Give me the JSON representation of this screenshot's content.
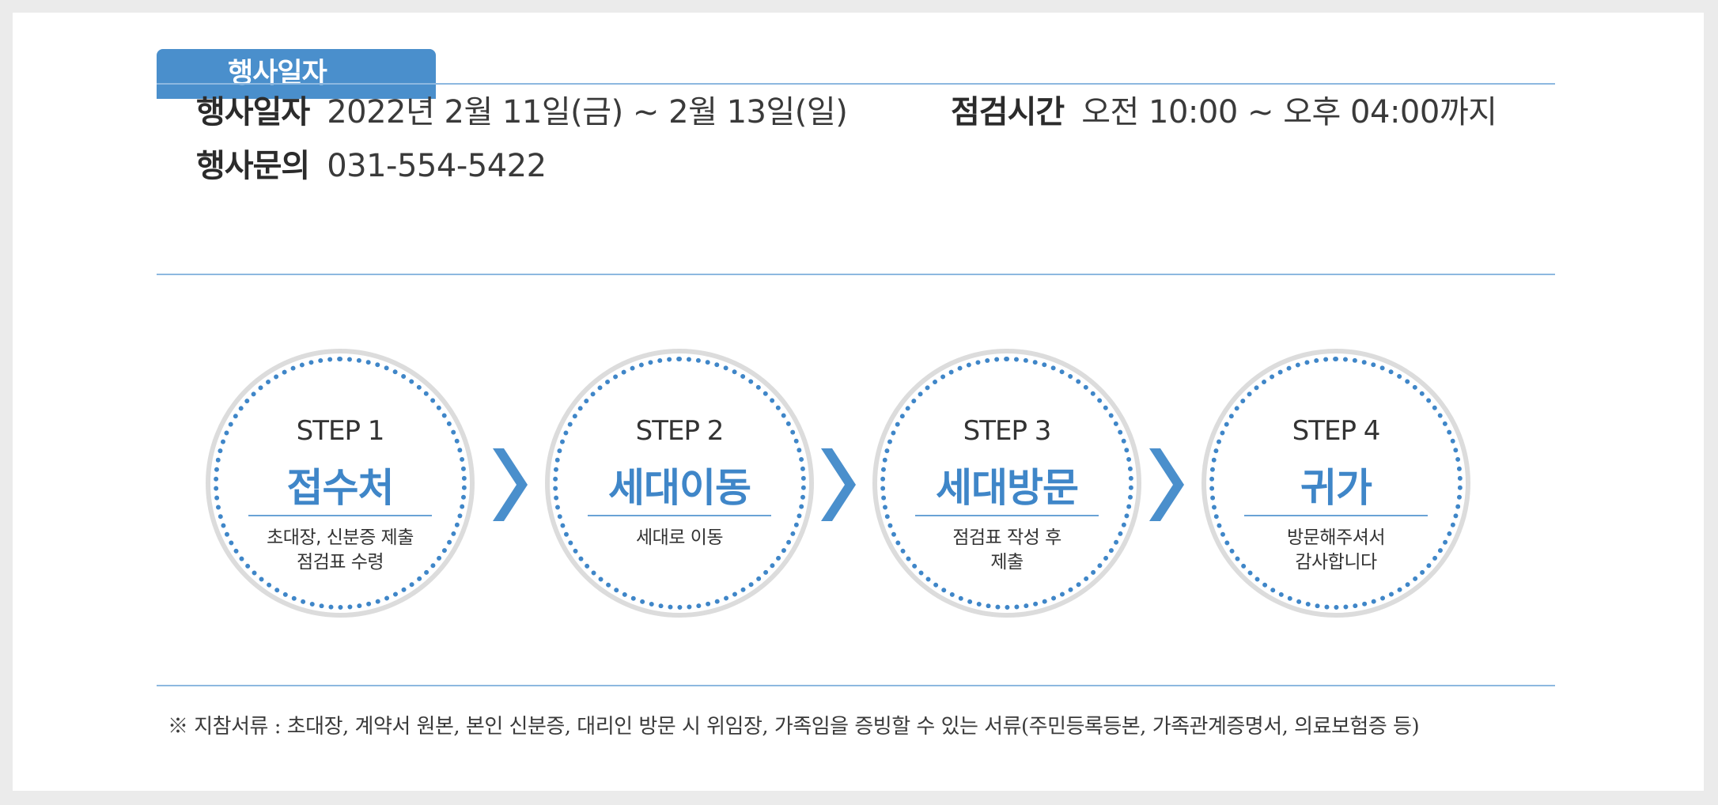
{
  "section": {
    "tab_label": "행사일자"
  },
  "info": {
    "date_label": "행사일자",
    "date_value": "2022년 2월 11일(금) ~ 2월 13일(일)",
    "time_label": "점검시간",
    "time_value": "오전 10:00 ~ 오후 04:00까지",
    "contact_label": "행사문의",
    "contact_value": "031-554-5422"
  },
  "steps": [
    {
      "num": "STEP 1",
      "title": "접수처",
      "desc_1": "초대장, 신분증 제출",
      "desc_2": "점검표 수령"
    },
    {
      "num": "STEP 2",
      "title": "세대이동",
      "desc_1": "세대로 이동",
      "desc_2": ""
    },
    {
      "num": "STEP 3",
      "title": "세대방문",
      "desc_1": "점검표 작성 후",
      "desc_2": "제출"
    },
    {
      "num": "STEP 4",
      "title": "귀가",
      "desc_1": "방문해주셔서",
      "desc_2": "감사합니다"
    }
  ],
  "footnote": "※ 지참서류 : 초대장, 계약서 원본, 본인 신분증, 대리인 방문 시 위임장, 가족임을 증빙할 수 있는 서류(주민등록등본, 가족관계증명서, 의료보험증 등)",
  "colors": {
    "accent": "#4a8fcc",
    "step_title": "#3f86c8",
    "ring": "#dcdcdc",
    "background": "#ebebeb"
  },
  "icons": {
    "arrow": "chevron-right-icon"
  }
}
